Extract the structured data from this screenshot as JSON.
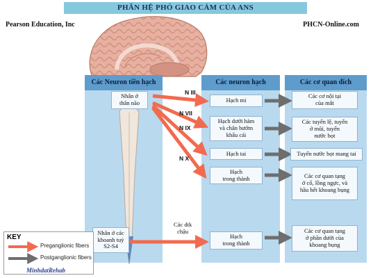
{
  "title": "PHÂN HỆ PHÓ GIAO CẢM CỦA ANS",
  "credits": {
    "left": "Pearson Education, Inc",
    "right": "PHCN-Online.com"
  },
  "columns": {
    "preganglionic": "Các Neuron tiền hạch",
    "ganglion": "Các neuron hạch",
    "target": "Các cơ quan đích"
  },
  "sources": {
    "brainstem": "Nhân ở\nthân não",
    "sacral": "Nhân ở các\nkhoanh tuỷ\nS2-S4"
  },
  "nerves": {
    "n3": "N III",
    "n7": "N VII",
    "n9": "N IX",
    "n10": "N X",
    "pelvic": "Các dtk\nchậu"
  },
  "ganglia": {
    "ciliary": "Hạch mi",
    "pterygopalatine": "Hạch dưới hàm\nvà chân bướm\nkhẩu cái",
    "otic": "Hạch tai",
    "intramural_upper": "Hạch\ntrong thành",
    "intramural_lower": "Hạch\ntrong thành"
  },
  "targets": {
    "eye": "Các cơ nội tại\ncủa mắt",
    "glands": "Các tuyến lệ, tuyến\nở mũi, tuyến\nnước bọt",
    "parotid": "Tuyến nước bọt mang tai",
    "visceral_upper": "Các cơ quan tạng\nở cổ, lồng ngực, và\nhầu hết khoang bụng",
    "visceral_lower": "Các cơ quan tạng\nở phần dưới của\nkhoang bụng"
  },
  "key": {
    "title": "KEY",
    "preganglionic": "Preganglionic fibers",
    "postganglionic": "Postganglionic fibers"
  },
  "watermark": "MinhdatRehab",
  "colors": {
    "banner": "#86c8dd",
    "column_fill": "#b9d9ef",
    "column_header": "#5e9ccc",
    "preganglionic_arrow": "#f26a4f",
    "postganglionic_arrow": "#6e6e6e",
    "brain": "#e7b0a0"
  }
}
